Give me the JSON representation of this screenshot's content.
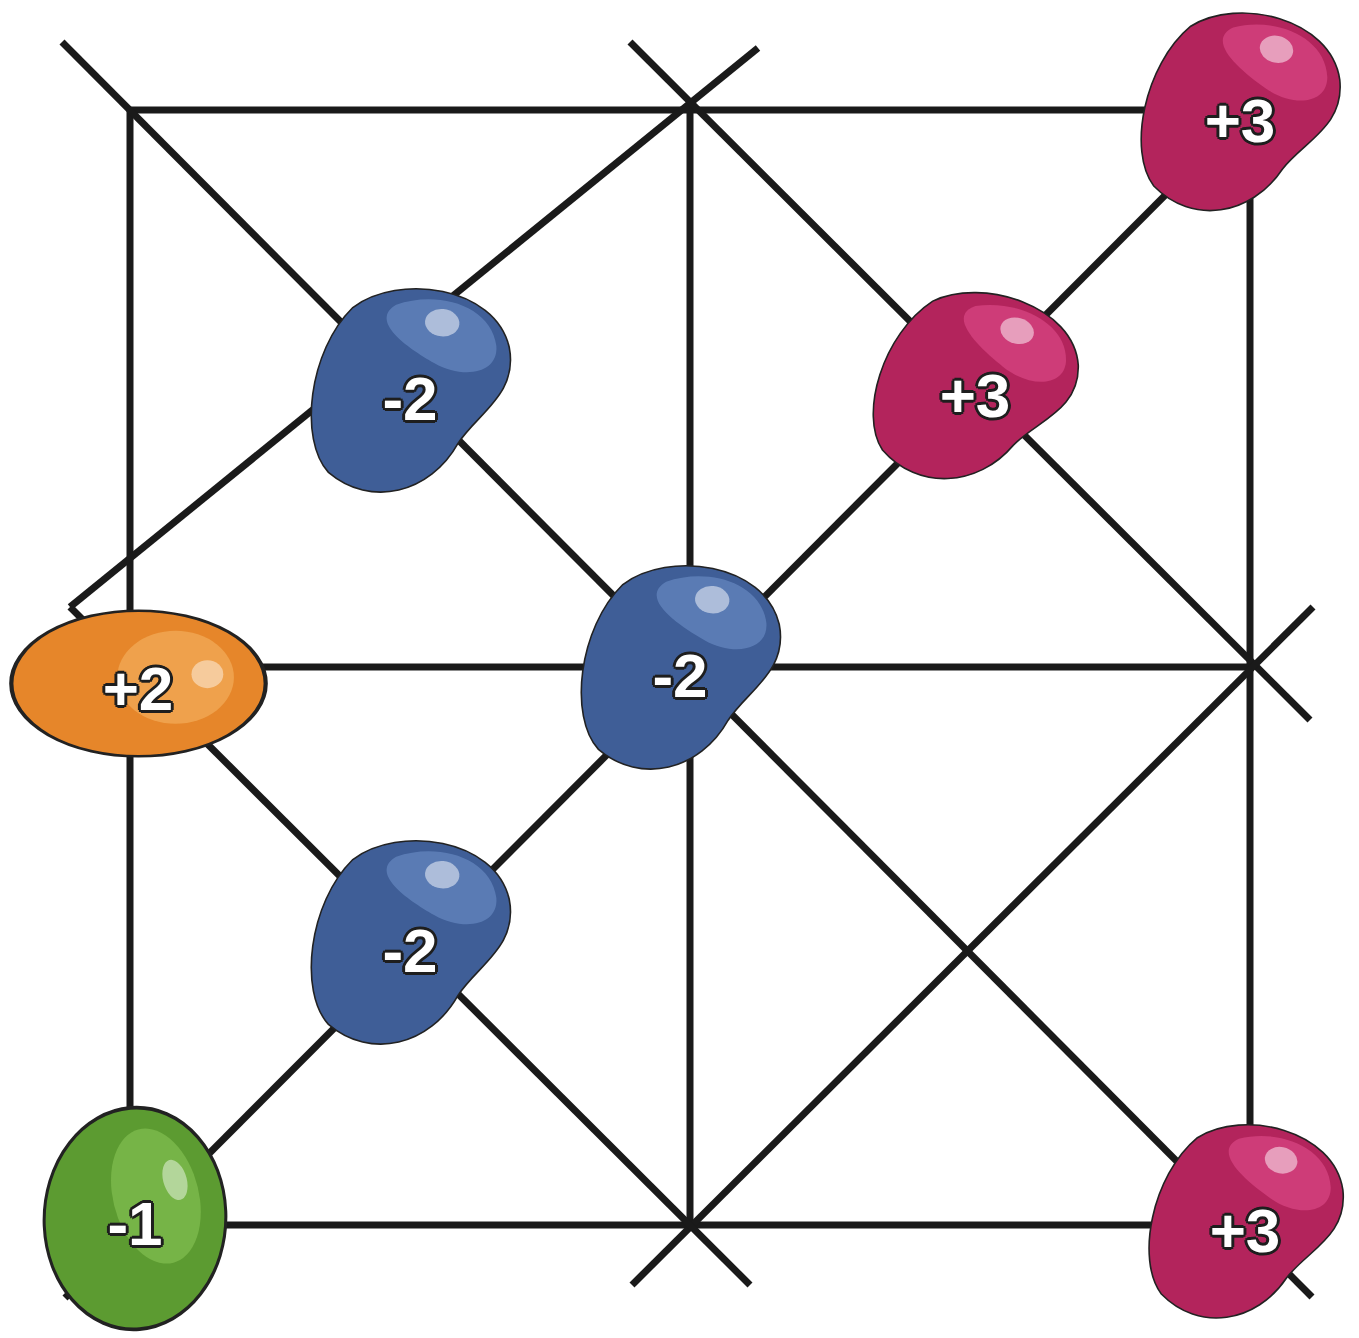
{
  "diagram": {
    "nodes": [
      {
        "text": [
          "+3"
        ]
      },
      {
        "text": [
          "-2"
        ]
      },
      {
        "text": [
          "+3"
        ]
      },
      {
        "text": [
          "+2"
        ]
      },
      {
        "text": [
          "-2"
        ]
      },
      {
        "text": [
          "-2"
        ]
      },
      {
        "text": [
          "-1"
        ]
      },
      {
        "text": [
          "+3"
        ]
      }
    ]
  }
}
